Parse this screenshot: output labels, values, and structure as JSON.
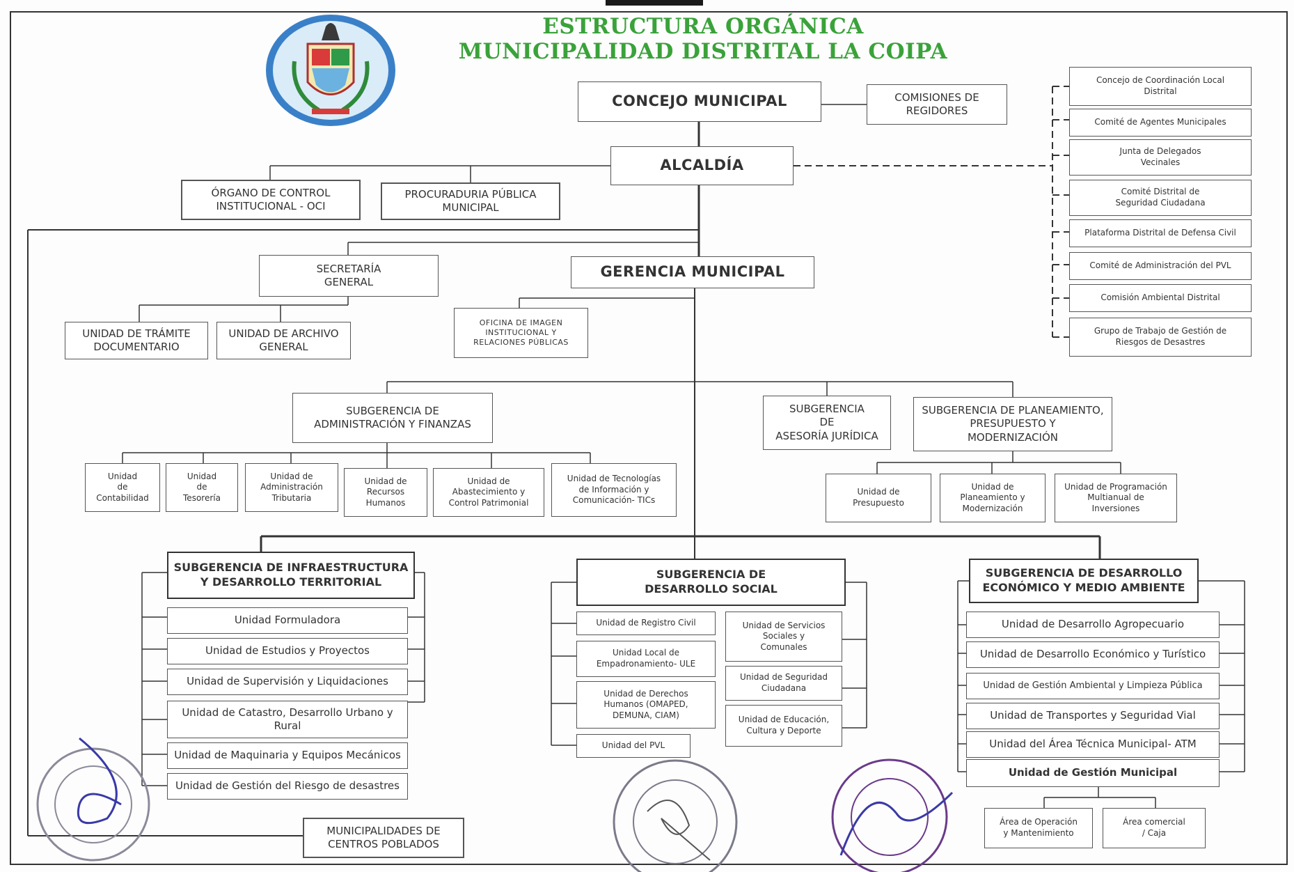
{
  "title": {
    "line1": "ESTRUCTURA ORGÁNICA",
    "line2": "MUNICIPALIDAD DISTRITAL LA COIPA"
  },
  "colors": {
    "title": "#3aa23a",
    "lines": "#333333",
    "box_border": "#555555",
    "seal_ink": "#5a5aa8",
    "logo_ring": "#3a80c8"
  },
  "icons": {
    "logo": "municipal-coat-of-arms-icon",
    "seals": [
      "official-stamp-icon",
      "legal-advisory-stamp-icon",
      "human-resources-stamp-icon"
    ]
  },
  "boxes": {
    "concejo": "CONCEJO MUNICIPAL",
    "comisiones": "COMISIONES DE\nREGIDORES",
    "alcaldia": "ALCALDÍA",
    "oci": "ÓRGANO DE CONTROL\nINSTITUCIONAL - OCI",
    "procuraduria": "PROCURADURIA PÚBLICA\nMUNICIPAL",
    "secretaria": "SECRETARÍA\nGENERAL",
    "gerencia": "GERENCIA MUNICIPAL",
    "tramite": "UNIDAD DE TRÁMITE\nDOCUMENTARIO",
    "archivo": "UNIDAD DE ARCHIVO\nGENERAL",
    "imagen": "OFICINA DE IMAGEN\nINSTITUCIONAL Y\nRELACIONES PÚBLICAS",
    "saf": "SUBGERENCIA DE\nADMINISTRACIÓN Y FINANZAS",
    "asesoria": "SUBGERENCIA\nDE\nASESORÍA JURÍDICA",
    "planeamiento": "SUBGERENCIA DE PLANEAMIENTO,\nPRESUPUESTO Y\nMODERNIZACIÓN",
    "sidt": "SUBGERENCIA DE INFRAESTRUCTURA\nY DESARROLLO TERRITORIAL",
    "sds": "SUBGERENCIA DE\nDESARROLLO SOCIAL",
    "sdema": "SUBGERENCIA DE DESARROLLO\nECONÓMICO Y MEDIO AMBIENTE",
    "centros": "MUNICIPALIDADES DE\nCENTROS POBLADOS"
  },
  "consultative": [
    "Concejo de Coordinación Local\nDistrital",
    "Comité de Agentes Municipales",
    "Junta de Delegados\nVecinales",
    "Comité Distrital de\nSeguridad Ciudadana",
    "Plataforma Distrital de Defensa Civil",
    "Comité de Administración del PVL",
    "Comisión Ambiental Distrital",
    "Grupo de Trabajo de Gestión de\nRiesgos de Desastres"
  ],
  "saf_units": [
    "Unidad\nde\nContabilidad",
    "Unidad\nde\nTesorería",
    "Unidad de\nAdministración\nTributaria",
    "Unidad de\nRecursos\nHumanos",
    "Unidad de\nAbastecimiento y\nControl Patrimonial",
    "Unidad de Tecnologías\nde Información y\nComunicación- TICs"
  ],
  "planeamiento_units": [
    "Unidad de\nPresupuesto",
    "Unidad de\nPlaneamiento y\nModernización",
    "Unidad de Programación\nMultianual de\nInversiones"
  ],
  "sidt_units": [
    "Unidad Formuladora",
    "Unidad de Estudios y Proyectos",
    "Unidad de Supervisión y Liquidaciones",
    "Unidad de Catastro, Desarrollo Urbano y\nRural",
    "Unidad de Maquinaria y Equipos Mecánicos",
    "Unidad de Gestión del Riesgo de desastres"
  ],
  "sds_left_units": [
    "Unidad de Registro Civil",
    "Unidad Local de\nEmpadronamiento- ULE",
    "Unidad de Derechos\nHumanos (OMAPED,\nDEMUNA, CIAM)",
    "Unidad del PVL"
  ],
  "sds_right_units": [
    "Unidad de Servicios\nSociales y\nComunales",
    "Unidad de Seguridad\nCiudadana",
    "Unidad de Educación,\nCultura y Deporte"
  ],
  "sdema_units": [
    "Unidad de Desarrollo Agropecuario",
    "Unidad de Desarrollo Económico y Turístico",
    "Unidad de Gestión Ambiental y Limpieza Pública",
    "Unidad de Transportes y Seguridad Vial",
    "Unidad del Área Técnica Municipal- ATM",
    "Unidad de Gestión Municipal"
  ],
  "gestion_areas": [
    "Área de Operación\ny Mantenimiento",
    "Área comercial\n/ Caja"
  ]
}
